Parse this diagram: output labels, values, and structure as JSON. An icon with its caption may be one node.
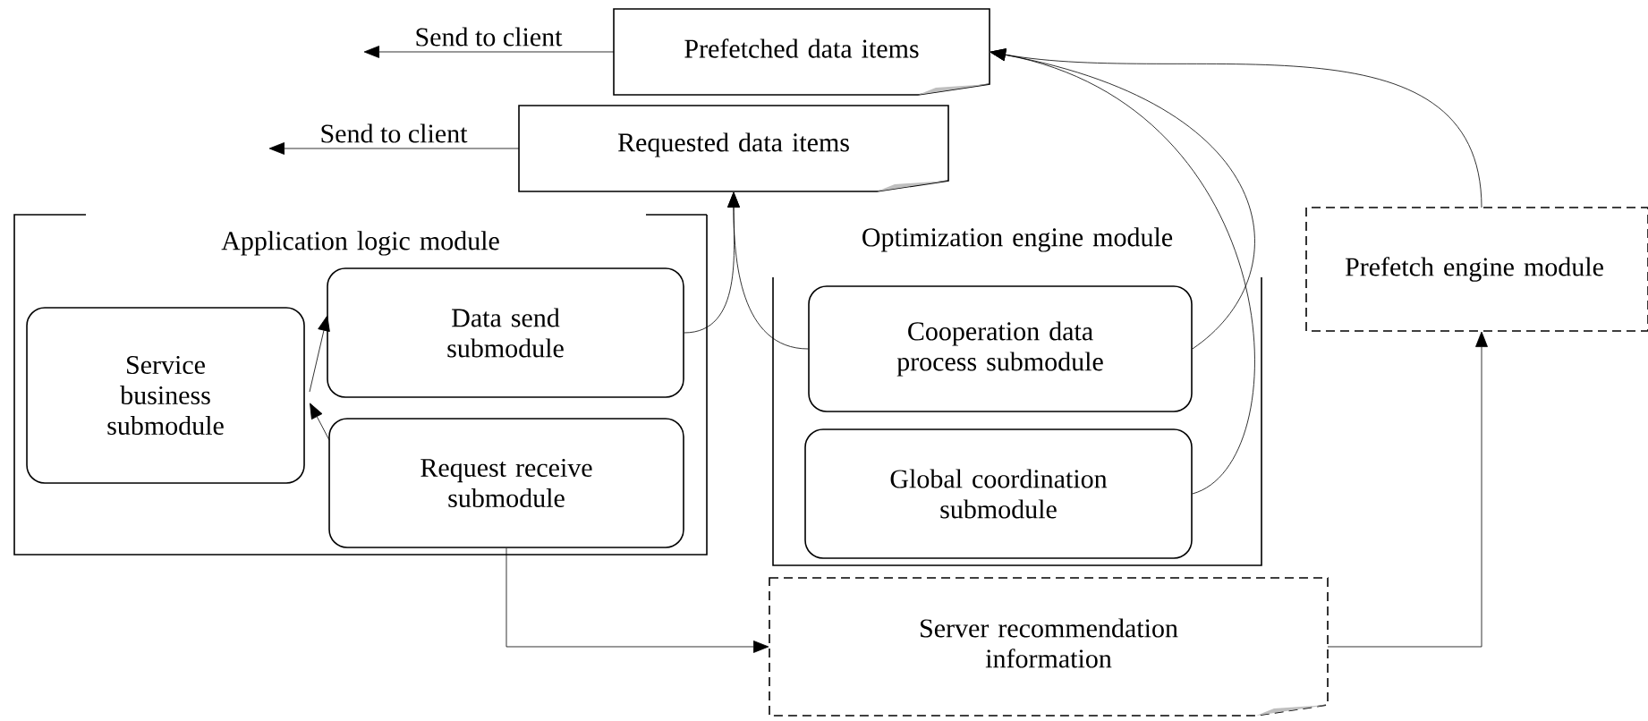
{
  "diagram": {
    "nodes": [
      {
        "text": [
          "Prefetched data items"
        ]
      },
      {
        "text": [
          "Requested data items"
        ]
      },
      {
        "text": [
          "Application logic module"
        ]
      },
      {
        "text": [
          "Service business submodule"
        ],
        "in": 2
      },
      {
        "text": [
          "Data send submodule"
        ],
        "in": 2
      },
      {
        "text": [
          "Request receive submodule"
        ],
        "in": 2
      },
      {
        "text": [
          "Optimization engine module"
        ]
      },
      {
        "text": [
          "Cooperation data process submodule"
        ],
        "in": 6
      },
      {
        "text": [
          "Global coordination submodule"
        ],
        "in": 6
      },
      {
        "text": [
          "Prefetch engine module"
        ]
      },
      {
        "text": [
          "Server recommendation information"
        ]
      }
    ],
    "edges": [
      {
        "from": 0,
        "to": null,
        "arrow": "to",
        "label": "Send to client"
      },
      {
        "from": 1,
        "to": null,
        "arrow": "to",
        "label": "Send to client"
      },
      {
        "from": 5,
        "to": 3,
        "arrow": "to"
      },
      {
        "from": 3,
        "to": 4,
        "arrow": "to"
      },
      {
        "from": 4,
        "to": 1,
        "arrow": "to"
      },
      {
        "from": 7,
        "to": 1,
        "arrow": "to"
      },
      {
        "from": 7,
        "to": 0,
        "arrow": "to"
      },
      {
        "from": 8,
        "to": 0,
        "arrow": "to"
      },
      {
        "from": 9,
        "to": 0,
        "arrow": "to"
      },
      {
        "from": 5,
        "to": 10,
        "arrow": "to"
      },
      {
        "from": 10,
        "to": 9,
        "arrow": "to"
      }
    ]
  }
}
